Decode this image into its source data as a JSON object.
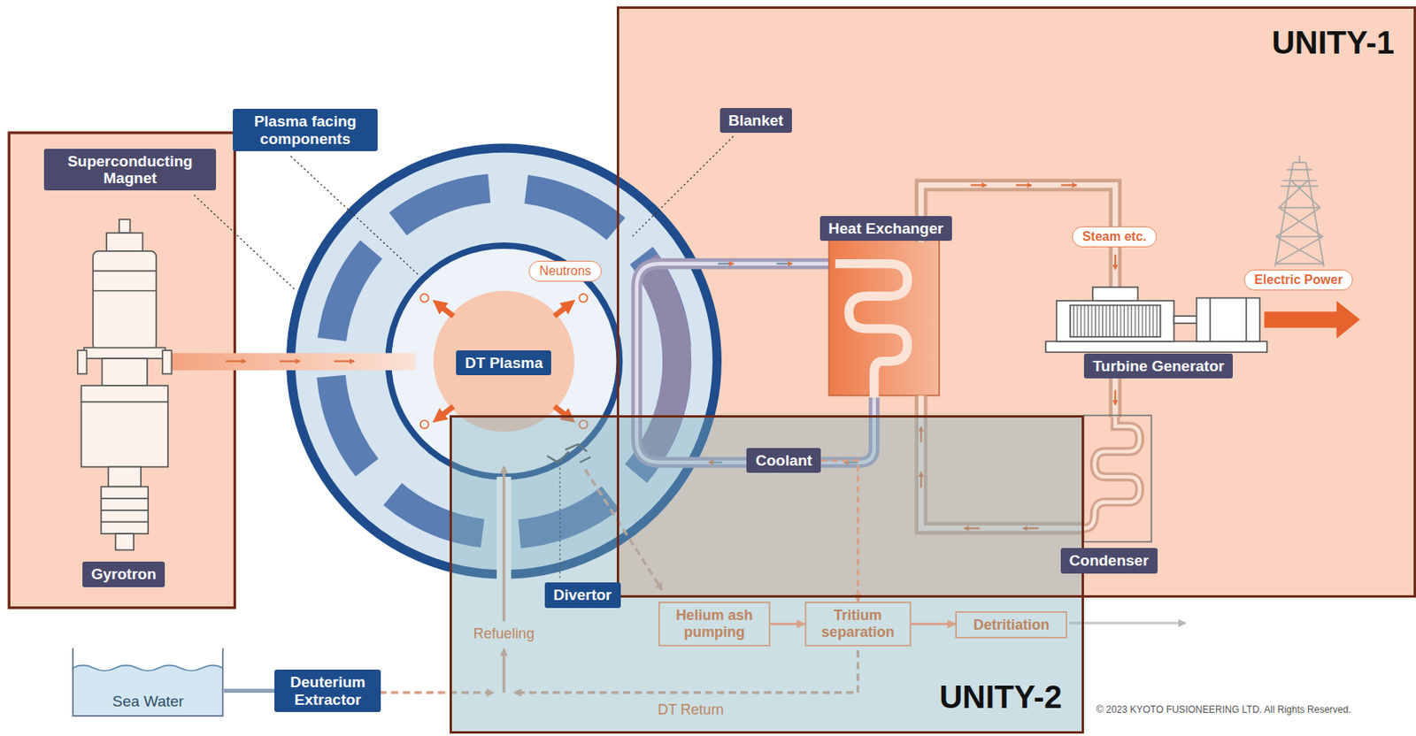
{
  "diagram": {
    "nodes": [
      {
        "text": [
          "UNITY-1"
        ]
      },
      {
        "text": [
          "Blanket"
        ],
        "in": 0
      },
      {
        "text": [
          "Heat Exchanger"
        ],
        "in": 0
      },
      {
        "text": [
          "Steam etc."
        ],
        "in": 0
      },
      {
        "text": [
          "Electric Power"
        ],
        "in": 0
      },
      {
        "text": [
          "Turbine Generator"
        ],
        "in": 0
      },
      {
        "text": [
          "Plasma facing components"
        ]
      },
      {
        "text": [
          "Superconducting Magnet"
        ]
      },
      {
        "text": [
          "Neutrons"
        ]
      },
      {
        "text": [
          "DT Plasma"
        ]
      },
      {
        "text": [
          "Coolant"
        ]
      },
      {
        "text": [
          "UNITY-2"
        ]
      },
      {
        "text": [
          "Helium ash pumping"
        ],
        "in": 11
      },
      {
        "text": [
          "Tritium separation"
        ],
        "in": 11
      },
      {
        "text": [
          "Detritiation"
        ],
        "in": 11
      },
      {
        "text": [
          "Gyrotron"
        ]
      },
      {
        "text": [
          "Divertor"
        ]
      },
      {
        "text": [
          "Condenser"
        ]
      },
      {
        "text": [
          "Sea Water"
        ]
      },
      {
        "text": [
          "Deuterium Extractor"
        ]
      }
    ],
    "edges": [
      {
        "from": 12,
        "to": 13,
        "arrow": "to"
      },
      {
        "from": 13,
        "to": 14,
        "arrow": "to"
      },
      {
        "from": 10,
        "to": 13,
        "arrow": "to"
      },
      {
        "from": 18,
        "to": 19,
        "arrow": "none"
      }
    ],
    "labels": [
      "Refueling",
      "DT Return",
      "© 2023 KYOTO FUSIONEERING LTD. All Rights Reserved."
    ]
  }
}
